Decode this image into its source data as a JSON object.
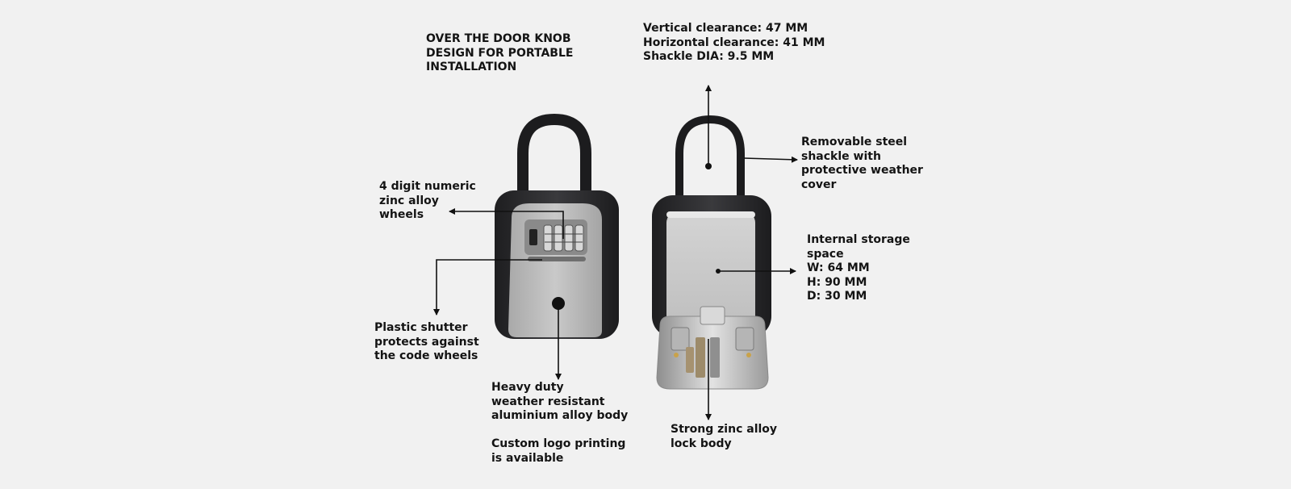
{
  "labels": {
    "door_knob": [
      "OVER THE DOOR KNOB",
      "DESIGN FOR PORTABLE",
      "INSTALLATION"
    ],
    "clearance": [
      "Vertical clearance: 47 MM",
      "Horizontal clearance: 41 MM",
      "Shackle DIA: 9.5 MM"
    ],
    "removable_shackle": [
      "Removable steel",
      "shackle with",
      "protective weather",
      "cover"
    ],
    "wheels": [
      "4 digit numeric",
      "zinc alloy",
      "wheels"
    ],
    "storage": [
      "Internal storage",
      "space",
      "W: 64 MM",
      "H: 90 MM",
      "D: 30 MM"
    ],
    "shutter": [
      "Plastic shutter",
      "protects against",
      "the code wheels"
    ],
    "body": [
      "Heavy duty",
      "weather resistant",
      "aluminium alloy body"
    ],
    "logo": [
      "Custom logo printing",
      "is available"
    ],
    "lock_body": [
      "Strong zinc alloy",
      "lock body"
    ]
  },
  "colors": {
    "background": "#f1f1f1",
    "text": "#141414",
    "shackle": "#1c1c1e",
    "body_dark": "#2a2a2c",
    "body_grey": "#b9b9b9",
    "line": "#111111"
  }
}
